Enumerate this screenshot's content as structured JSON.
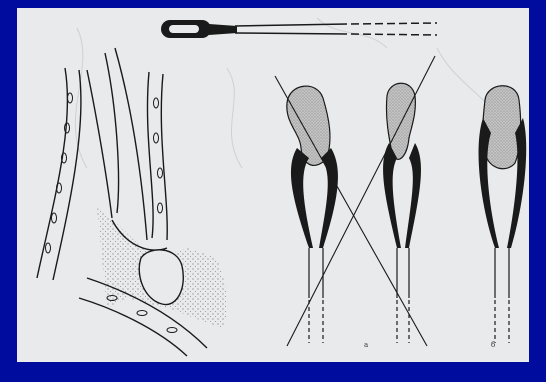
{
  "figure": {
    "colors": {
      "page_border": "#000c9e",
      "paper": "#e9eaec",
      "ink": "#1a1a1a",
      "stipple": "#777777",
      "tissue_fill": "#bdbdbd",
      "faint_background": "#cdd1d6"
    },
    "panels": [
      {
        "name": "instrument",
        "label": ""
      },
      {
        "name": "vessel-bifurcation",
        "label": ""
      },
      {
        "name": "clamp-a",
        "label": "a"
      },
      {
        "name": "clamp-b",
        "label": "б"
      }
    ]
  }
}
